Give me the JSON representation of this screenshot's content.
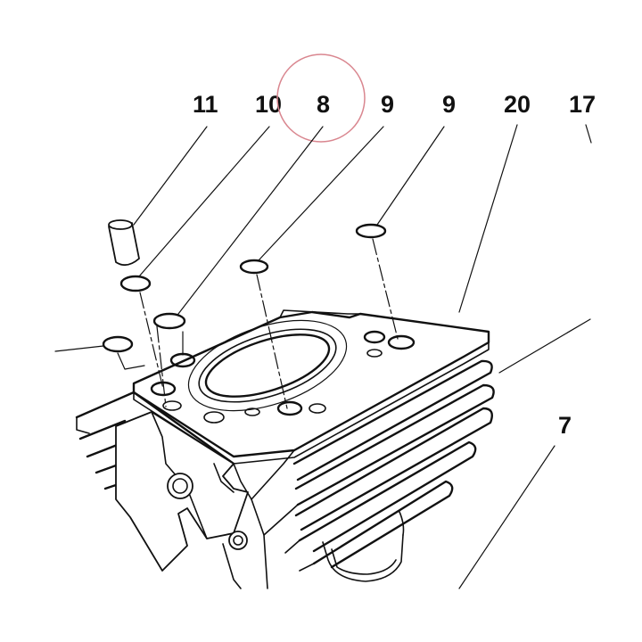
{
  "callouts": {
    "c11": "11",
    "c10": "10",
    "c8": "8",
    "c9a": "9",
    "c9b": "9",
    "c20": "20",
    "c17": "17",
    "c7": "7"
  },
  "colors": {
    "ink": "#111111",
    "highlight_circle": "#d9868f",
    "background": "#ffffff"
  }
}
